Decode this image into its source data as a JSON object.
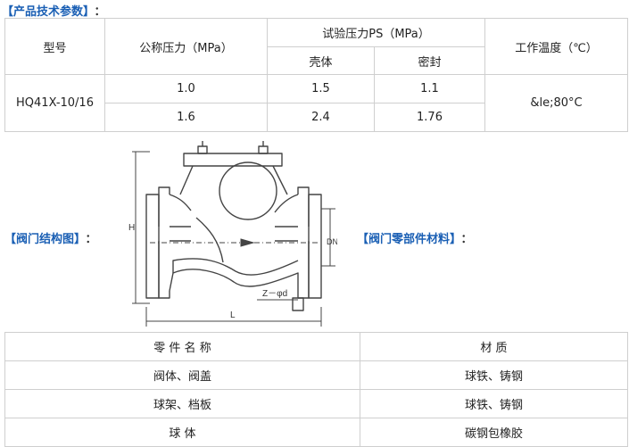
{
  "headers": {
    "product_params": "【产品技术参数】",
    "structure": "【阀门结构图】",
    "materials": "【阀门零部件材料】",
    "colon": "："
  },
  "spec_table": {
    "model_header": "型号",
    "nominal_pressure_header": "公称压力（MPa）",
    "test_pressure_header": "试验压力PS（MPa）",
    "shell_header": "壳体",
    "seal_header": "密封",
    "working_temp_header": "工作温度（℃）",
    "model_value": "HQ41X-10/16",
    "working_temp_value": "&le;80°C",
    "rows": [
      {
        "nominal": "1.0",
        "shell": "1.5",
        "seal": "1.1"
      },
      {
        "nominal": "1.6",
        "shell": "2.4",
        "seal": "1.76"
      }
    ]
  },
  "drawing": {
    "label_h": "H",
    "label_dn": "DN",
    "label_l": "L",
    "label_bolt": "Z－φd"
  },
  "parts_table": {
    "part_header": "零 件 名 称",
    "material_header": "材  质",
    "rows": [
      {
        "part": "阀体、阀盖",
        "material": "球铁、铸钢"
      },
      {
        "part": "球架、档板",
        "material": "球铁、铸钢"
      },
      {
        "part": "球 体",
        "material": "碳钢包橡胶"
      }
    ]
  }
}
